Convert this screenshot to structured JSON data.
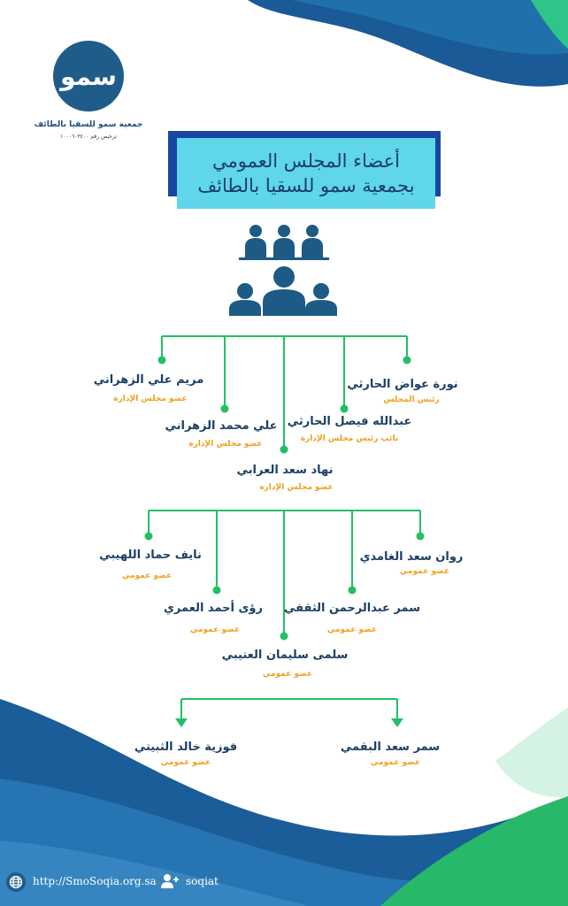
{
  "logo": {
    "mark": "سمو",
    "name": "جمعية سمو للسقيا بالطائف",
    "license": "ترخيص رقم ١٠٠٠٦٠٣٤٠٠"
  },
  "title": {
    "line1": "أعضاء المجلس العمومي",
    "line2": "بجمعية سمو للسقيا بالطائف"
  },
  "board": [
    {
      "name": "نورة عواض الحارثي",
      "role": "رئيس المجلس"
    },
    {
      "name": "عبدالله فيصل الحارثي",
      "role": "نائب رئيس مجلس الإدارة"
    },
    {
      "name": "نهاد سعد  العرابي",
      "role": "عضو مجلس الإدارة"
    },
    {
      "name": "علي محمد الزهراني",
      "role": "عضو مجلس الإدارة"
    },
    {
      "name": "مريم علي الزهراني",
      "role": "عضو مجلس الإدارة"
    }
  ],
  "members": [
    {
      "name": "روان سعد الغامدي",
      "role": "عضو عمومي"
    },
    {
      "name": "سمر عبدالرحمن الثقفي",
      "role": "عضو عمومي"
    },
    {
      "name": "سلمى سليمان العتيبي",
      "role": "عضو عمومي"
    },
    {
      "name": "رؤى أحمد العمري",
      "role": "عضو عمومي"
    },
    {
      "name": "نايف حماد اللهيبي",
      "role": "عضو عمومي"
    }
  ],
  "members2": [
    {
      "name": "سمر سعد البقمي",
      "role": "عضو عمومي"
    },
    {
      "name": "فوزية خالد الثبيتي",
      "role": "عضو عمومي"
    }
  ],
  "footer": {
    "website": "http://SmoSoqia.org.sa",
    "social": "soqiat"
  },
  "colors": {
    "navy": "#1d3f66",
    "green": "#22c064",
    "orange": "#f0a020",
    "cyan": "#5fd6ea"
  }
}
